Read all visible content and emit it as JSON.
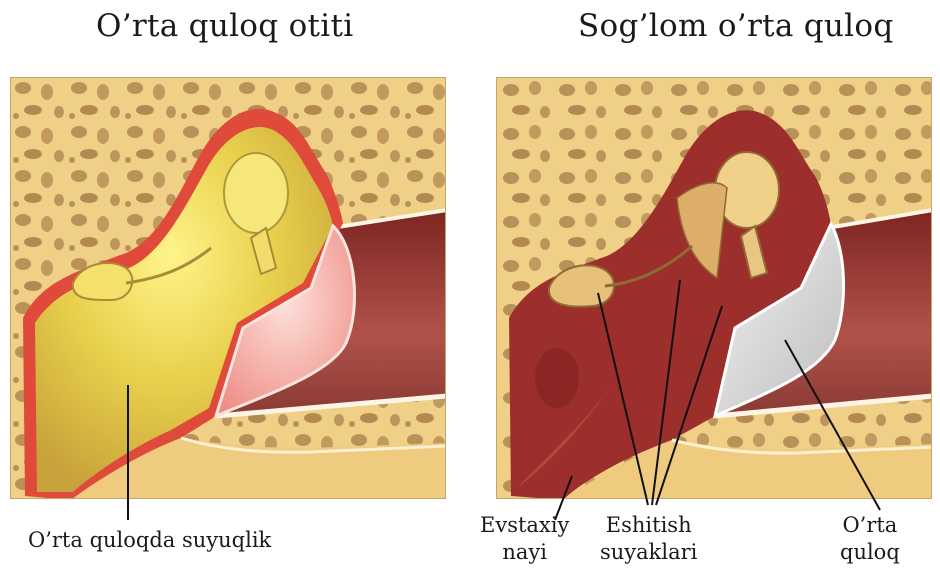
{
  "titles": {
    "left": "O’rta quloq otiti",
    "right": "Sog’lom o’rta quloq"
  },
  "labels": {
    "fluid": "O’rta quloqda suyuqlik",
    "eustachian_line1": "Evstaxiy",
    "eustachian_line2": "nayi",
    "ossicles_line1": "Eshitish",
    "ossicles_line2": "suyaklari",
    "middle_ear_line1": "O’rta",
    "middle_ear_line2": "quloq"
  },
  "colors": {
    "bone": "#f0cf86",
    "bone_pore": "#b9925a",
    "inflamed_edge": "#e04a3a",
    "fluid": "#e2c24a",
    "healthy_cavity": "#9c2f2c",
    "ear_canal": "#8e2e2a",
    "eardrum_inflamed": "#f4a8a0",
    "eardrum_healthy": "#d9d9d9"
  }
}
